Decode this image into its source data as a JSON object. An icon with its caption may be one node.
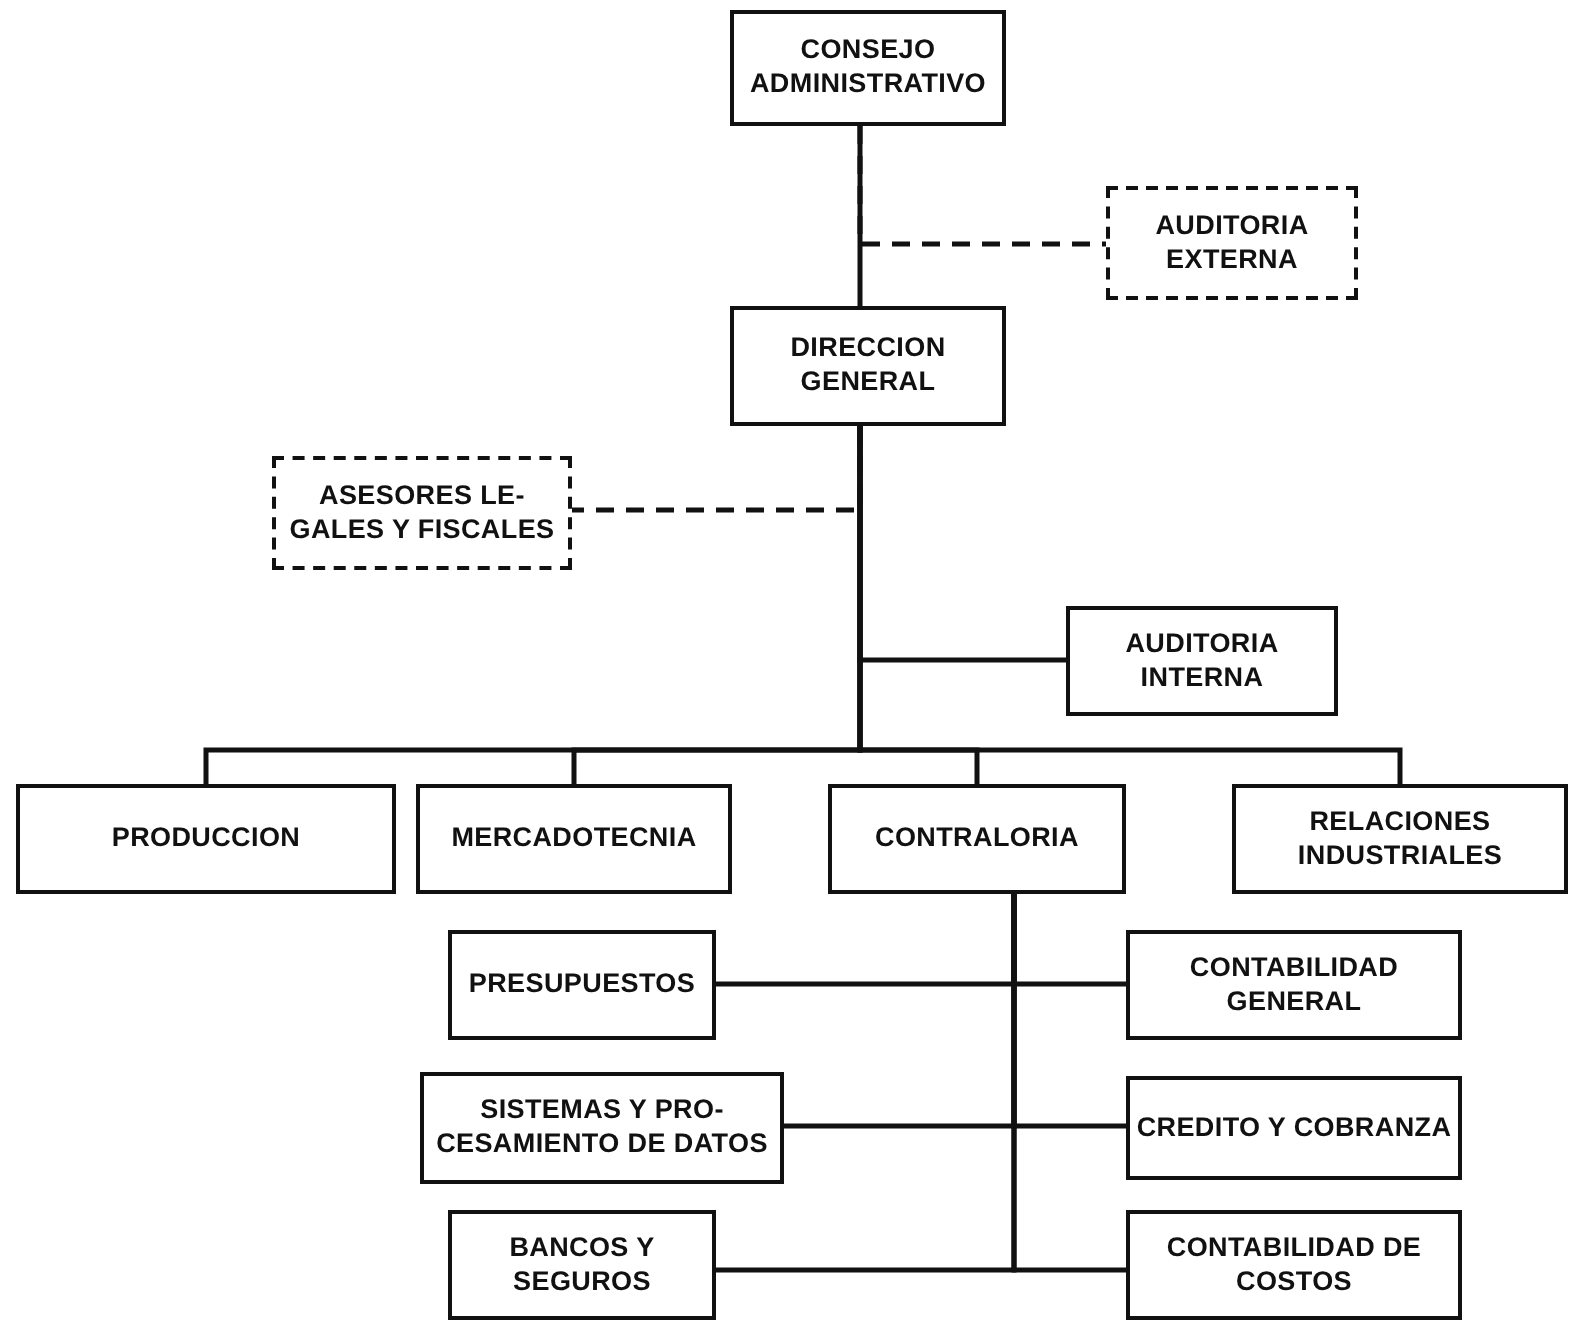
{
  "diagram": {
    "nodes": [
      {
        "text": [
          "CONSEJO ADMINISTRATIVO"
        ]
      },
      {
        "text": [
          "AUDITORIA EXTERNA"
        ]
      },
      {
        "text": [
          "DIRECCION GENERAL"
        ]
      },
      {
        "text": [
          "ASESORES LE- GALES Y FISCALES"
        ]
      },
      {
        "text": [
          "AUDITORIA INTERNA"
        ]
      },
      {
        "text": [
          "PRODUCCION"
        ]
      },
      {
        "text": [
          "MERCADOTECNIA"
        ]
      },
      {
        "text": [
          "CONTRALORIA"
        ]
      },
      {
        "text": [
          "RELACIONES INDUSTRIALES"
        ]
      },
      {
        "text": [
          "PRESUPUESTOS"
        ]
      },
      {
        "text": [
          "CONTABILIDAD GENERAL"
        ]
      },
      {
        "text": [
          "SISTEMAS Y PRO- CESAMIENTO DE DATOS"
        ]
      },
      {
        "text": [
          "CREDITO Y COBRANZA"
        ]
      },
      {
        "text": [
          "BANCOS Y SEGUROS"
        ]
      },
      {
        "text": [
          "CONTABILIDAD DE COSTOS"
        ]
      }
    ],
    "edges": [
      {
        "from": 0,
        "to": 2,
        "arrow": "none"
      },
      {
        "from": 0,
        "to": 1,
        "arrow": "none",
        "style": "dashed"
      },
      {
        "from": 2,
        "to": 3,
        "arrow": "none",
        "style": "dashed"
      },
      {
        "from": 2,
        "to": 4,
        "arrow": "none"
      },
      {
        "from": 2,
        "to": 5,
        "arrow": "none"
      },
      {
        "from": 2,
        "to": 6,
        "arrow": "none"
      },
      {
        "from": 2,
        "to": 7,
        "arrow": "none"
      },
      {
        "from": 2,
        "to": 8,
        "arrow": "none"
      },
      {
        "from": 7,
        "to": 9,
        "arrow": "none"
      },
      {
        "from": 7,
        "to": 10,
        "arrow": "none"
      },
      {
        "from": 7,
        "to": 11,
        "arrow": "none"
      },
      {
        "from": 7,
        "to": 12,
        "arrow": "none"
      },
      {
        "from": 7,
        "to": 13,
        "arrow": "none"
      },
      {
        "from": 7,
        "to": 14,
        "arrow": "none"
      }
    ]
  }
}
